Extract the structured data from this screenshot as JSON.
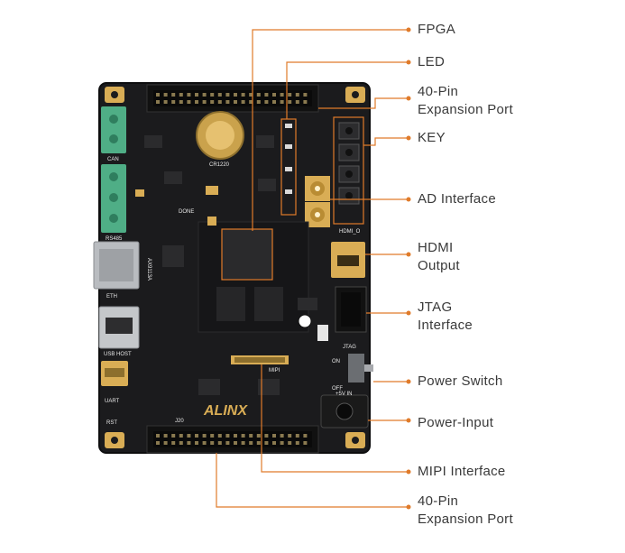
{
  "colors": {
    "background": "#ffffff",
    "leader_line": "#e07b2a",
    "board": "#1d1d1f",
    "label_text": "#3a3a3a",
    "terminal_green": "#4fae86",
    "gold": "#d9ad55"
  },
  "board": {
    "brand": "ALINX",
    "silkscreen": {
      "can": "CAN",
      "rs485": "RS485",
      "eth": "ETH",
      "usb_host": "USB HOST",
      "uart": "UART",
      "rst": "RST",
      "hdmi_o": "HDMI_O",
      "jtag": "JTAG",
      "on": "ON",
      "off": "OFF",
      "plus5v_in": "+5V IN",
      "mipi": "MIPI",
      "done": "DONE",
      "battery": "CR1220",
      "j20": "J20",
      "phy": "AX9113A"
    }
  },
  "callouts": [
    {
      "id": "fpga",
      "text": "FPGA"
    },
    {
      "id": "led",
      "text": "LED"
    },
    {
      "id": "exp_top",
      "line1": "40-Pin",
      "line2": "Expansion Port"
    },
    {
      "id": "key",
      "text": "KEY"
    },
    {
      "id": "ad",
      "text": "AD Interface"
    },
    {
      "id": "hdmi",
      "line1": "HDMI",
      "line2": "Output"
    },
    {
      "id": "jtag",
      "line1": "JTAG",
      "line2": "Interface"
    },
    {
      "id": "power_switch",
      "text": "Power Switch"
    },
    {
      "id": "power_input",
      "text": "Power-Input"
    },
    {
      "id": "mipi",
      "text": "MIPI Interface"
    },
    {
      "id": "exp_bottom",
      "line1": "40-Pin",
      "line2": "Expansion Port"
    }
  ]
}
